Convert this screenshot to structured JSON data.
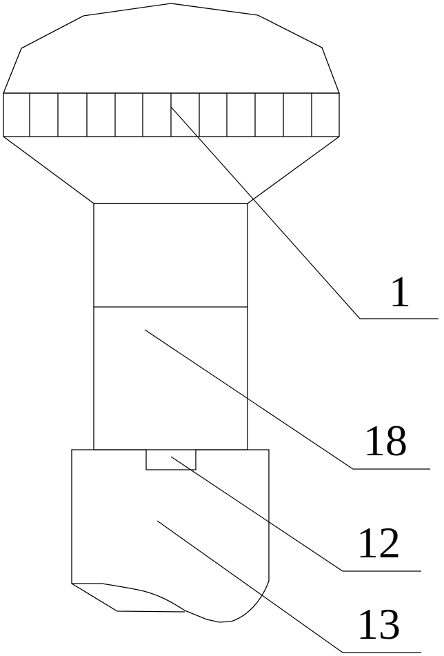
{
  "diagram": {
    "callouts": [
      {
        "id": "callout-1",
        "text": "1"
      },
      {
        "id": "callout-18",
        "text": "18"
      },
      {
        "id": "callout-12",
        "text": "12"
      },
      {
        "id": "callout-13",
        "text": "13"
      }
    ]
  }
}
